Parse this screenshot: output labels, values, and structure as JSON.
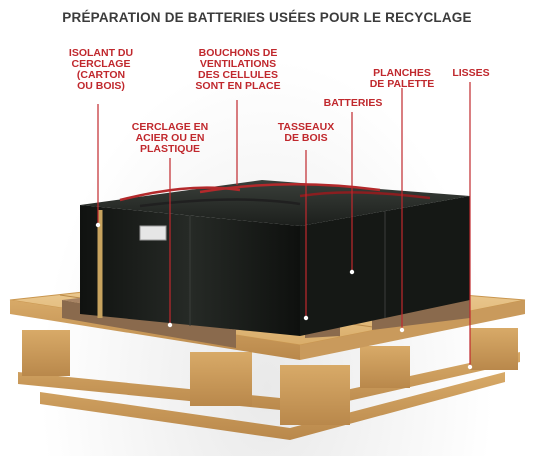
{
  "title": "PRÉPARATION DE BATTERIES USÉES POUR LE RECYCLAGE",
  "labels": {
    "isolant": [
      "ISOLANT DU",
      "CERCLAGE",
      "(CARTON",
      "OU BOIS)"
    ],
    "bouchons": [
      "BOUCHONS DE",
      "VENTILATIONS",
      "DES CELLULES",
      "SONT EN PLACE"
    ],
    "planches": [
      "PLANCHES",
      "DE PALETTE"
    ],
    "lisses": [
      "LISSES"
    ],
    "batteries": [
      "BATTERIES"
    ],
    "cerclage": [
      "CERCLAGE EN",
      "ACIER OU EN",
      "PLASTIQUE"
    ],
    "tasseaux": [
      "TASSEAUX",
      "DE BOIS"
    ]
  },
  "colors": {
    "title": "#3b3b3b",
    "label": "#c0282d",
    "leader": "#c0282d",
    "wood": "#e2b97a",
    "battery": "#1c1f1c",
    "block": "#8a6a4d"
  }
}
